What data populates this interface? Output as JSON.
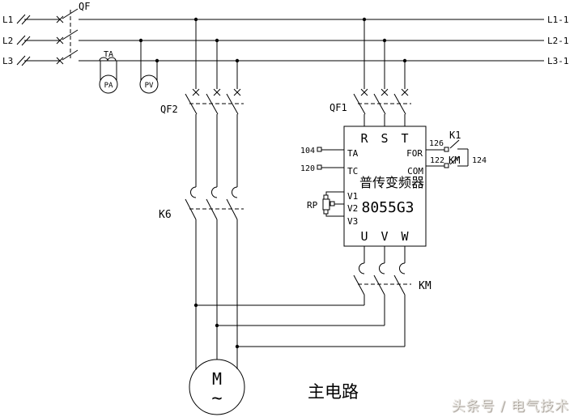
{
  "caption": "主电路",
  "watermark": "头条号 / 电气技术",
  "colors": {
    "line": "#000000",
    "background": "#ffffff",
    "watermark_gray": "#eceae6"
  },
  "bus": {
    "left": [
      "L1",
      "L2",
      "L3"
    ],
    "right": [
      "L1-1",
      "L2-1",
      "L3-1"
    ]
  },
  "main_breaker": {
    "label": "QF"
  },
  "instruments": {
    "ct": "TA",
    "ammeter": "PA",
    "voltmeter": "PV"
  },
  "branch_left": {
    "breaker": "QF2",
    "contactor": "K6"
  },
  "branch_right": {
    "breaker": "QF1",
    "output_contactor": "KM"
  },
  "inverter": {
    "name": "普传变频器",
    "model": "8055G3",
    "in_terminals": [
      "R",
      "S",
      "T"
    ],
    "out_terminals": [
      "U",
      "V",
      "W"
    ],
    "aux_left": [
      "TA",
      "TC"
    ],
    "analog_left": [
      "V1",
      "V2",
      "V3"
    ],
    "ctrl_right": [
      "FOR",
      "COM"
    ],
    "pot": "RP"
  },
  "control": {
    "wire_104": "104",
    "wire_120": "120",
    "wire_126": "126",
    "wire_122": "122",
    "wire_124": "124",
    "contact_k1": "K1",
    "contact_km": "KM"
  },
  "motor": {
    "letter": "M",
    "tilde": "~"
  }
}
